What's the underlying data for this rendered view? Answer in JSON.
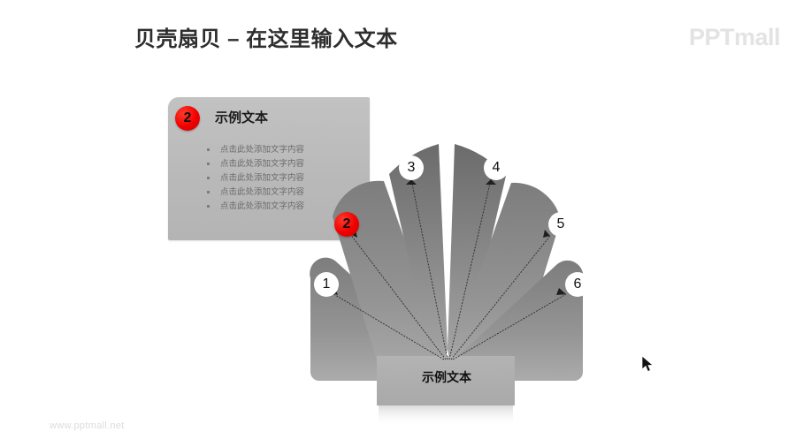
{
  "slide": {
    "title": "贝壳扇贝 – 在这里输入文本",
    "brand_logo": "PPTmall",
    "watermark": "www.pptmall.net",
    "background_color": "#ffffff"
  },
  "info_panel": {
    "badge_number": "2",
    "badge_color": "#f00000",
    "heading": "示例文本",
    "panel_color": "#bcbcbc",
    "bullets": [
      "点击此处添加文字内容",
      "点击此处添加文字内容",
      "点击此处添加文字内容",
      "点击此处添加文字内容",
      "点击此处添加文字内容"
    ]
  },
  "shell_diagram": {
    "base_label": "示例文本",
    "petal_color_dark": "#6e6e6e",
    "petal_color_light": "#a8a8a8",
    "base_color": "#b0b0b0",
    "highlight_color": "#f00000",
    "petals": [
      {
        "number": "1",
        "highlighted": false
      },
      {
        "number": "2",
        "highlighted": true
      },
      {
        "number": "3",
        "highlighted": false
      },
      {
        "number": "4",
        "highlighted": false
      },
      {
        "number": "5",
        "highlighted": false
      },
      {
        "number": "6",
        "highlighted": false
      }
    ]
  }
}
